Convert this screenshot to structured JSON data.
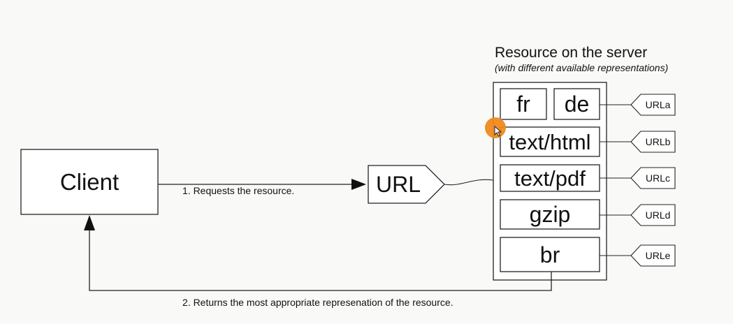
{
  "client": {
    "label": "Client"
  },
  "url": {
    "label": "URL"
  },
  "resource": {
    "title": "Resource on the server",
    "subtitle": "(with different available representations)",
    "representations": {
      "fr": "fr",
      "de": "de",
      "html": "text/html",
      "pdf": "text/pdf",
      "gzip": "gzip",
      "br": "br"
    }
  },
  "url_tags": [
    "URLa",
    "URLb",
    "URLc",
    "URLd",
    "URLe"
  ],
  "steps": {
    "request": "1. Requests the resource.",
    "response": "2. Returns the most appropriate represenation of the resource."
  },
  "colors": {
    "stroke": "#222222",
    "background": "#f9f9f7",
    "cursor": "#ef8a1f"
  }
}
